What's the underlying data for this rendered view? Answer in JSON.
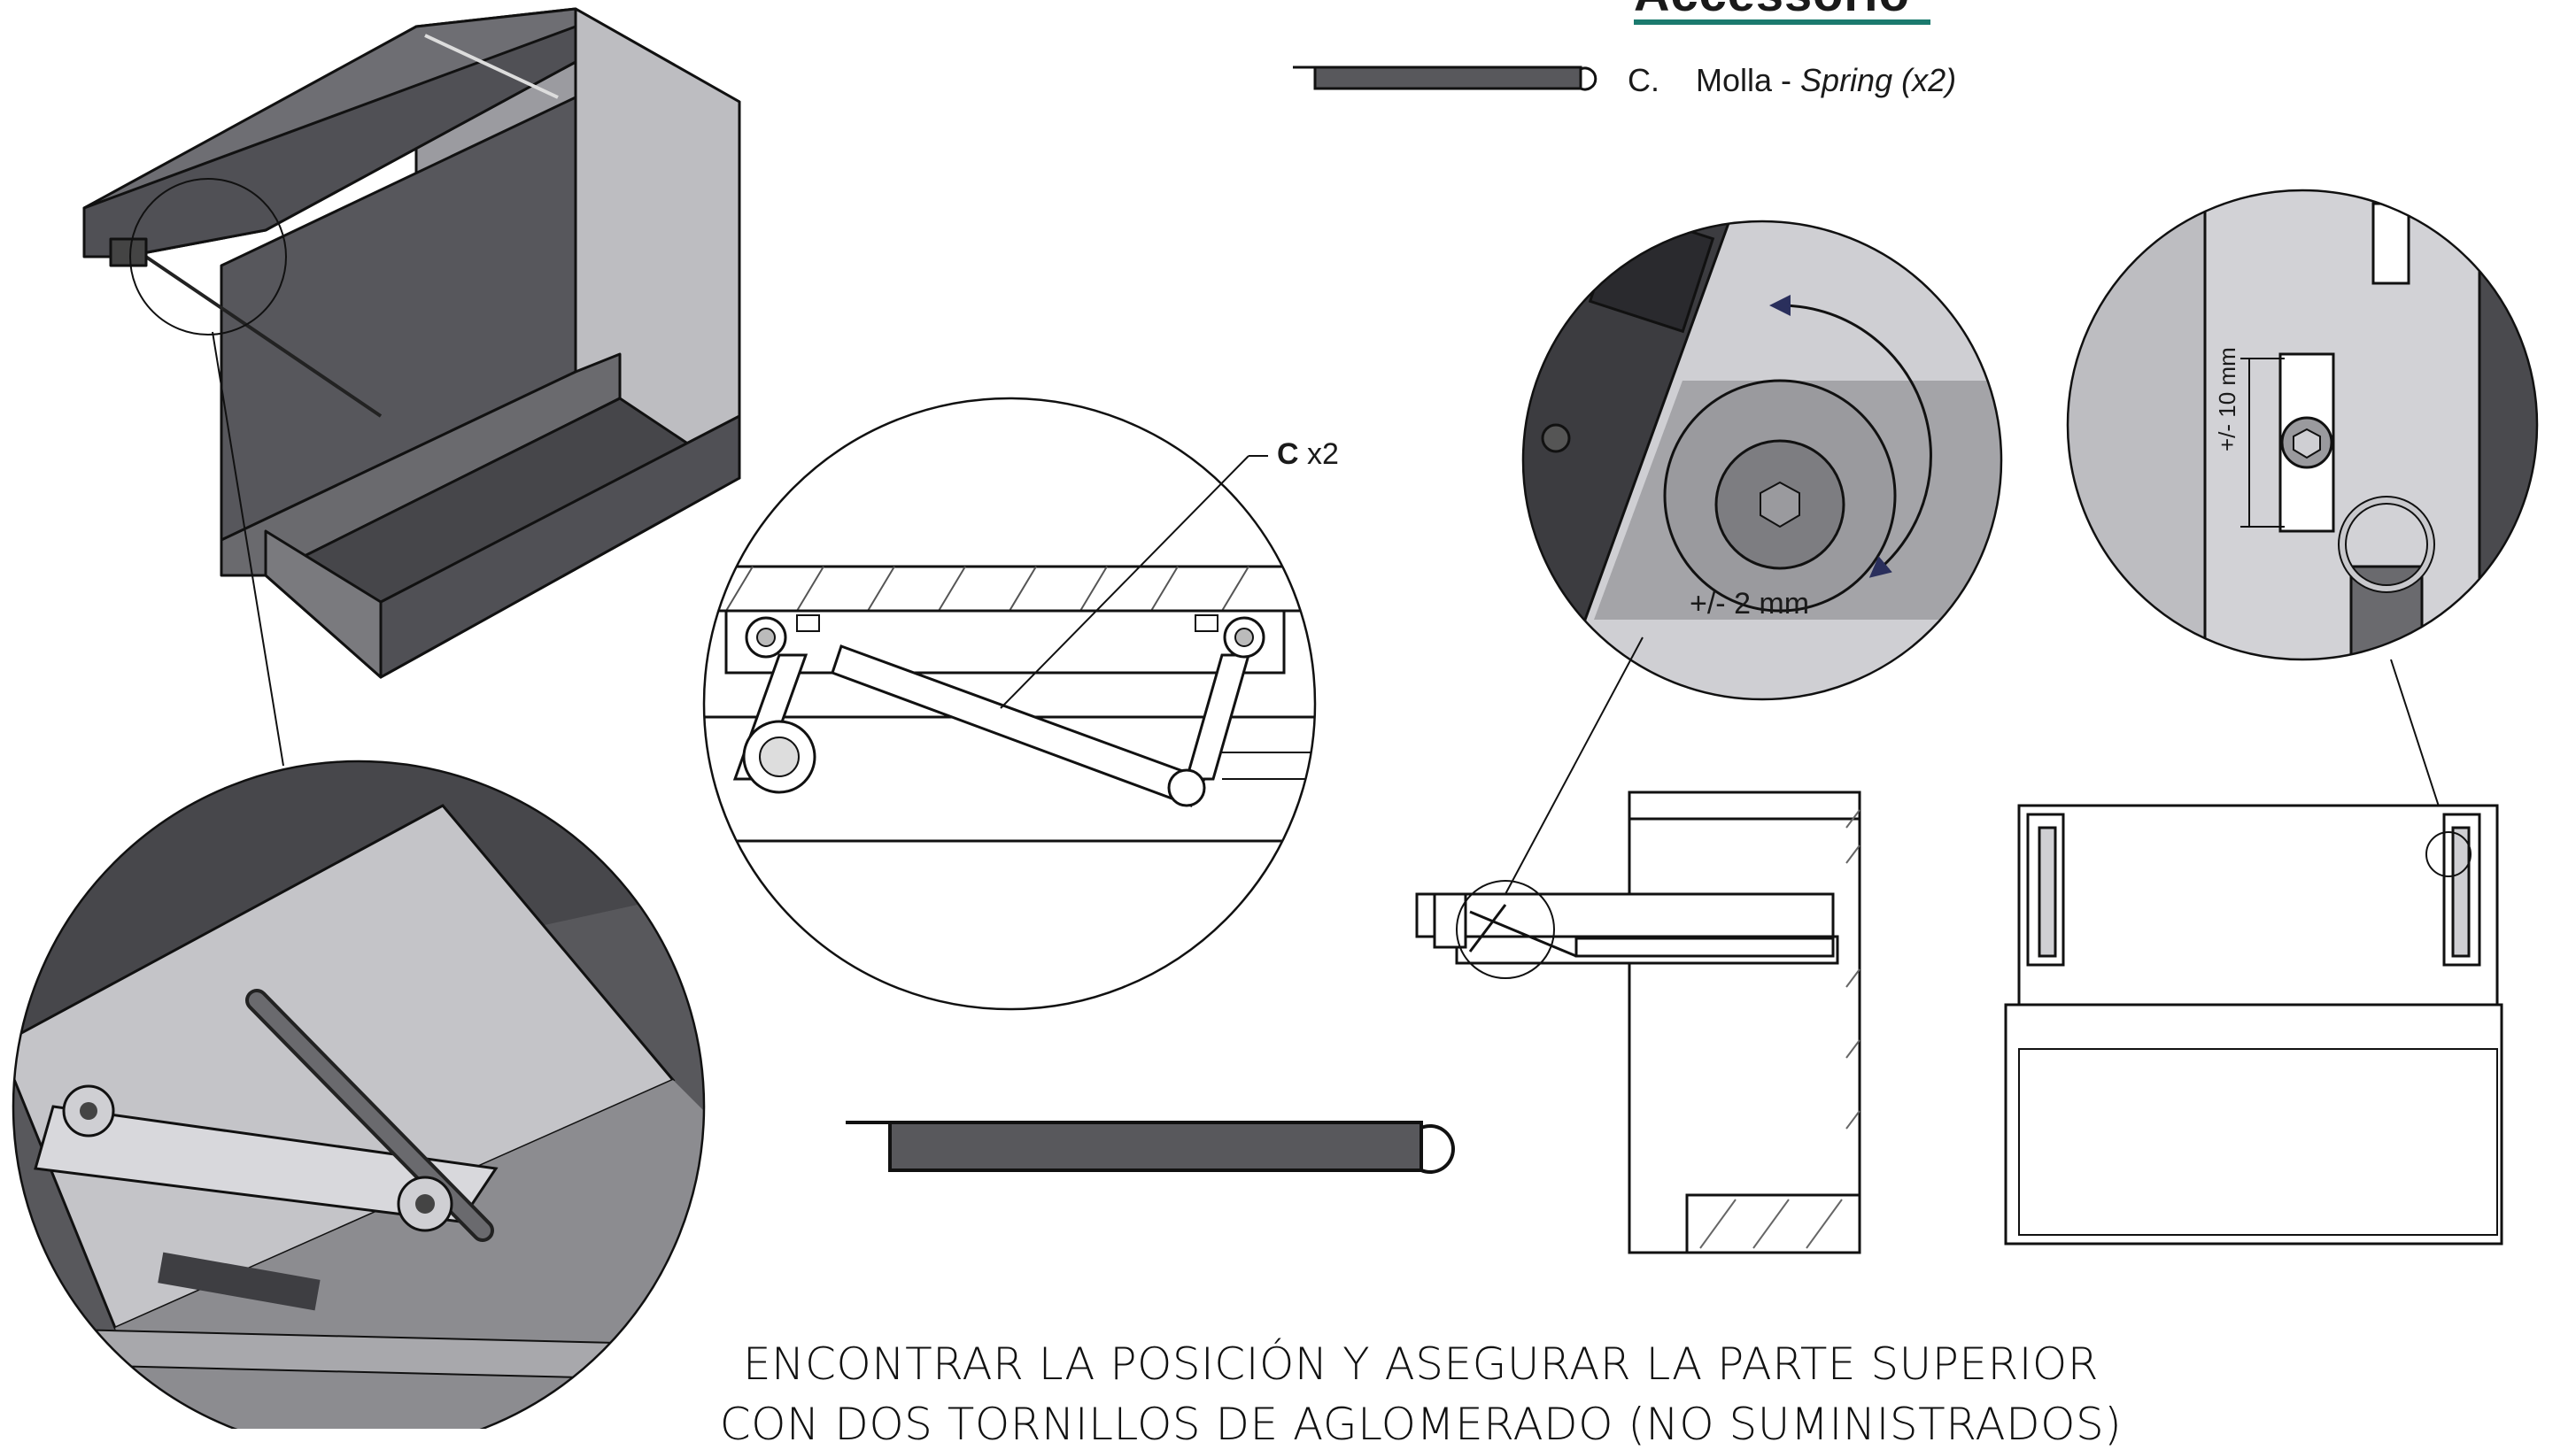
{
  "heading": "Accessorio",
  "accessory": {
    "code": "C.",
    "name_it": "Molla - ",
    "name_en": "Spring (x2)"
  },
  "callout": {
    "letter": "C",
    "qty": "x2"
  },
  "dimensions": {
    "adjust_rotation": "+/- 2 mm",
    "adjust_height": "+/- 10 mm"
  },
  "instructions": {
    "line1": "ENCONTRAR LA POSICIÓN Y ASEGURAR LA PARTE SUPERIOR",
    "line2": "CON DOS TORNILLOS DE AGLOMERADO (NO SUMINISTRADOS)"
  },
  "colors": {
    "accent": "#1b7a6e",
    "dark_grey": "#4a4a4d",
    "mid_grey": "#8e8e92",
    "light_grey": "#c9c9cc",
    "arrow": "#2a2f5c"
  }
}
